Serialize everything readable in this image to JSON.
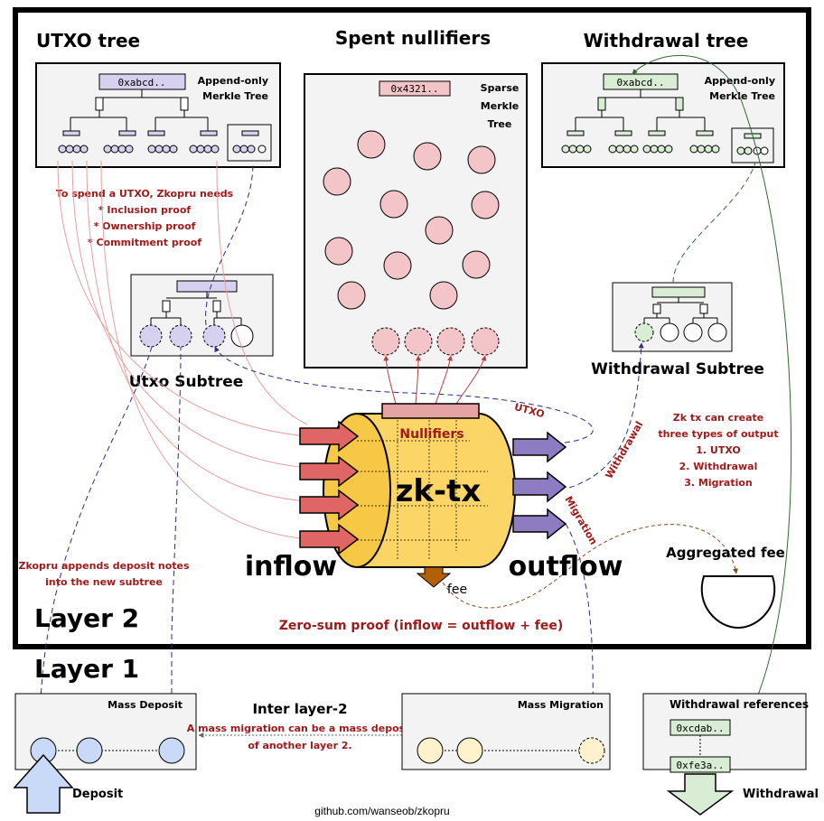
{
  "sections": {
    "utxo_tree": {
      "title": "UTXO tree",
      "root_hash": "0xabcd..",
      "kind_line1": "Append-only",
      "kind_line2": "Merkle Tree"
    },
    "spent_nullifiers": {
      "title": "Spent nullifiers",
      "root_hash": "0x4321..",
      "kind_line1": "Sparse",
      "kind_line2": "Merkle",
      "kind_line3": "Tree"
    },
    "withdrawal_tree": {
      "title": "Withdrawal tree",
      "root_hash": "0xabcd..",
      "kind_line1": "Append-only",
      "kind_line2": "Merkle Tree"
    },
    "utxo_subtree": {
      "title": "Utxo Subtree"
    },
    "withdrawal_subtree": {
      "title": "Withdrawal Subtree"
    }
  },
  "notes": {
    "spend": [
      "To spend a UTXO, Zkopru needs",
      "* Inclusion proof",
      "* Ownership proof",
      "* Commitment proof"
    ],
    "output_types": [
      "Zk tx can create",
      "three types of output",
      "1. UTXO",
      "2. Withdrawal",
      "3. Migration"
    ],
    "deposit_append": [
      "Zkopru appends deposit notes",
      "into the new subtree"
    ],
    "zero_sum": "Zero-sum proof (inflow = outflow + fee)",
    "mass_migration": [
      "A mass migration can be a mass deposit",
      "of another layer 2."
    ]
  },
  "tx": {
    "label": "zk-tx",
    "nullifiers": "Nullifiers",
    "inflow": "inflow",
    "outflow": "outflow",
    "fee": "fee",
    "aggregated_fee": "Aggregated fee",
    "edge_utxo": "UTXO",
    "edge_withdrawal": "Withdrawal",
    "edge_migration": "Migration"
  },
  "layers": {
    "layer2": "Layer 2",
    "layer1": "Layer 1"
  },
  "layer1": {
    "mass_deposit": "Mass Deposit",
    "deposit": "Deposit",
    "inter_layer": "Inter layer-2",
    "mass_migration": "Mass Migration",
    "withdrawal_refs": "Withdrawal references",
    "ref1": "0xcdab..",
    "ref2": "0xfe3a..",
    "withdrawal": "Withdrawal"
  },
  "credit": "github.com/wanseob/zkopru",
  "colors": {
    "note_red": "#a11a1a",
    "utxo_purple": "#d8d0ef",
    "withdraw_green": "#d9ecd4",
    "nullifier_pink": "#f3c4c8",
    "tx_yellow": "#fcd567",
    "arrow_red": "#e06666",
    "arrow_purple": "#8e7cc3",
    "deposit_blue": "#c9daf8",
    "migration_yellow": "#fff2cc",
    "fee_brown": "#b45f06"
  }
}
